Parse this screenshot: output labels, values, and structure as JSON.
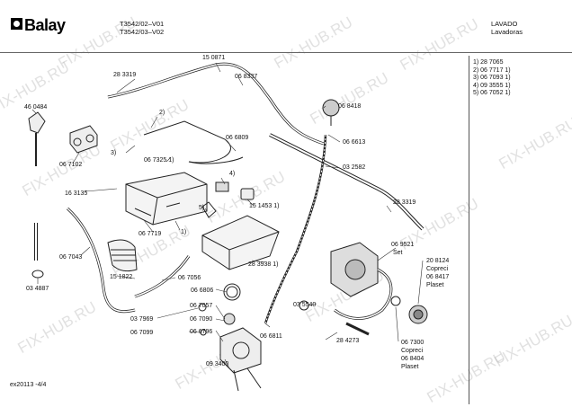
{
  "header": {
    "brand": "Balay",
    "models": [
      "T3542/02–V01",
      "T3542/03–V02"
    ],
    "category": "LAVADO",
    "subcategory": "Lavadoras"
  },
  "footer": {
    "page_ref": "ex20113 -4/4"
  },
  "sidebar": {
    "items": [
      "1) 28 7065",
      "2) 06 7717 1)",
      "3) 06 7093 1)",
      "4) 09 3555 1)",
      "5) 06 7052 1)"
    ]
  },
  "watermark": "FIX-HUB.RU",
  "parts": {
    "p283319a": "28 3319",
    "p150871": "15 0871",
    "p068337": "06 8337",
    "p460484": "46 0484",
    "c2": "2)",
    "p068418": "06 8418",
    "c3": "3)",
    "p067102": "06 7102",
    "p067325": "06 7325 1)",
    "p066809": "06 6809",
    "p066613": "06 6613",
    "p032582": "03 2582",
    "p163135": "16 3135",
    "c4": "4)",
    "c5": "5)",
    "p151453": "15 1453 1)",
    "p283319b": "28 3319",
    "c1": "1)",
    "p067719": "06 7719",
    "p067043": "06 7043",
    "p283938": "28 3938 1)",
    "p069521": "06 9521",
    "set1": "Set",
    "p208124": "20 8124",
    "copreci1": "Copreci",
    "p068417": "06 8417",
    "plaset1": "Plaset",
    "p151822": "15 1822",
    "p067056": "06 7056",
    "p034887": "03 4887",
    "p066806": "06 6806",
    "p035540": "03 5540",
    "p037969": "03 7969",
    "p067057": "06 7057",
    "p067090": "06 7090",
    "p067099": "06 7099",
    "p066796": "06 6796",
    "p066811": "06 6811",
    "p284273": "28 4273",
    "p067300": "06 7300",
    "copreci2": "Copreci",
    "p068404": "06 8404",
    "plaset2": "Plaset",
    "p093400": "09 3400"
  }
}
